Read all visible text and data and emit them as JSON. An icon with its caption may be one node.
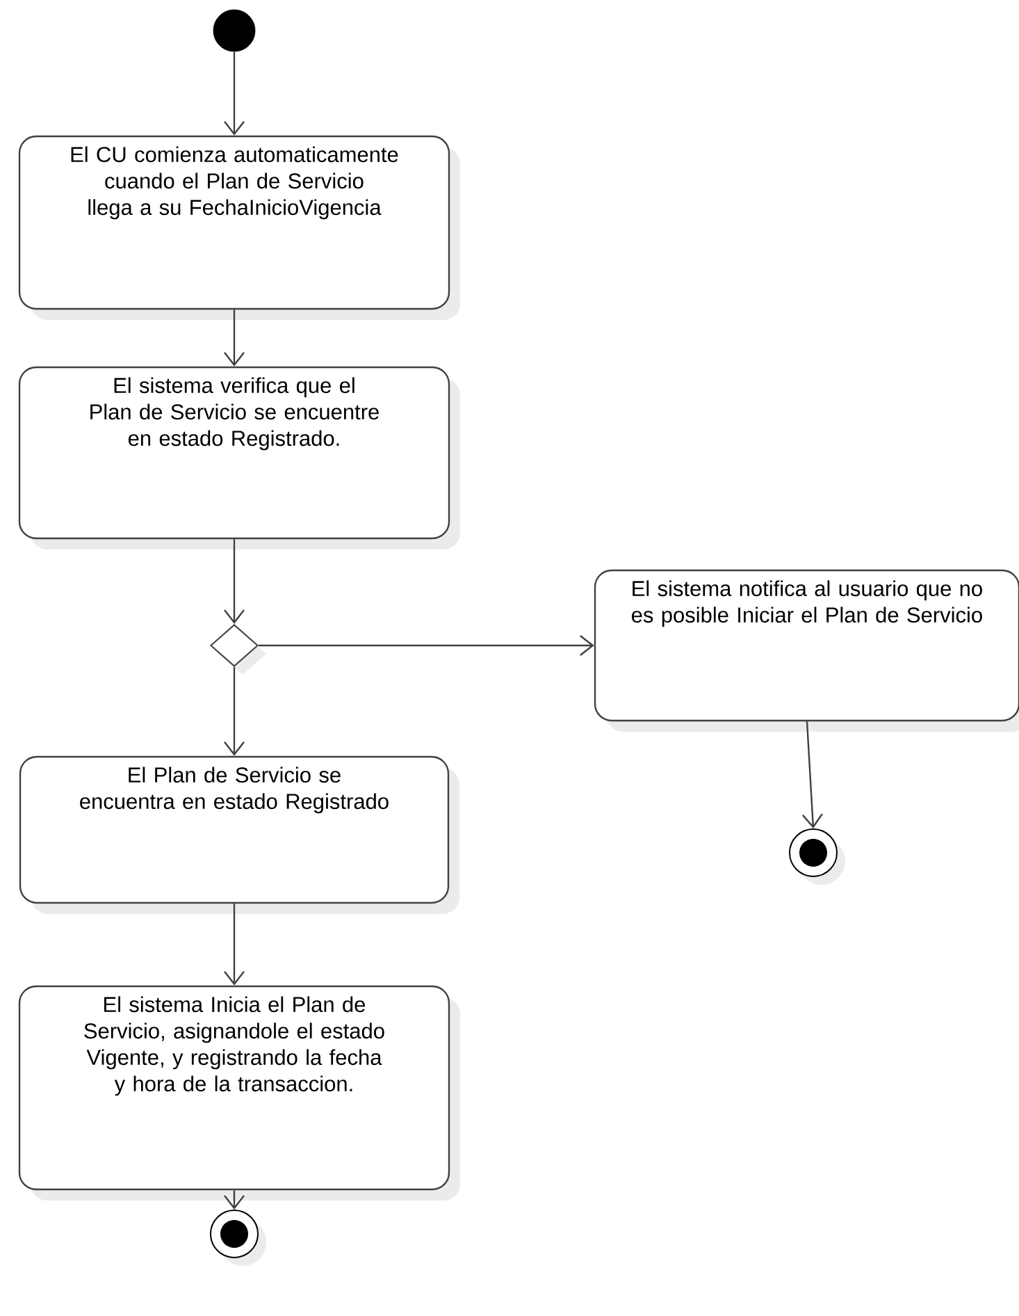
{
  "diagram": {
    "nodes": [
      {
        "text": [],
        "shape": "circle"
      },
      {
        "text": [
          "El CU comienza automaticamente cuando el Plan de Servicio llega a su FechaInicioVigencia"
        ]
      },
      {
        "text": [
          "El sistema verifica que el Plan de Servicio se encuentre en estado Registrado."
        ]
      },
      {
        "text": [],
        "shape": "diamond"
      },
      {
        "text": [
          "El sistema notifica al usuario que no es posible Iniciar el Plan de Servicio"
        ]
      },
      {
        "text": [],
        "shape": "target"
      },
      {
        "text": [
          "El Plan de Servicio se encuentra en estado Registrado"
        ]
      },
      {
        "text": [
          "El sistema Inicia el Plan de Servicio, asignandole el estado Vigente, y registrando la fecha y hora de la transaccion."
        ]
      },
      {
        "text": [],
        "shape": "target"
      }
    ],
    "edges": [
      {
        "from": 0,
        "to": 1,
        "arrow": "to"
      },
      {
        "from": 1,
        "to": 2,
        "arrow": "to"
      },
      {
        "from": 2,
        "to": 3,
        "arrow": "to"
      },
      {
        "from": 3,
        "to": 4,
        "arrow": "to"
      },
      {
        "from": 3,
        "to": 6,
        "arrow": "to"
      },
      {
        "from": 4,
        "to": 5,
        "arrow": "to"
      },
      {
        "from": 6,
        "to": 7,
        "arrow": "to"
      },
      {
        "from": 7,
        "to": 8,
        "arrow": "to"
      }
    ]
  }
}
